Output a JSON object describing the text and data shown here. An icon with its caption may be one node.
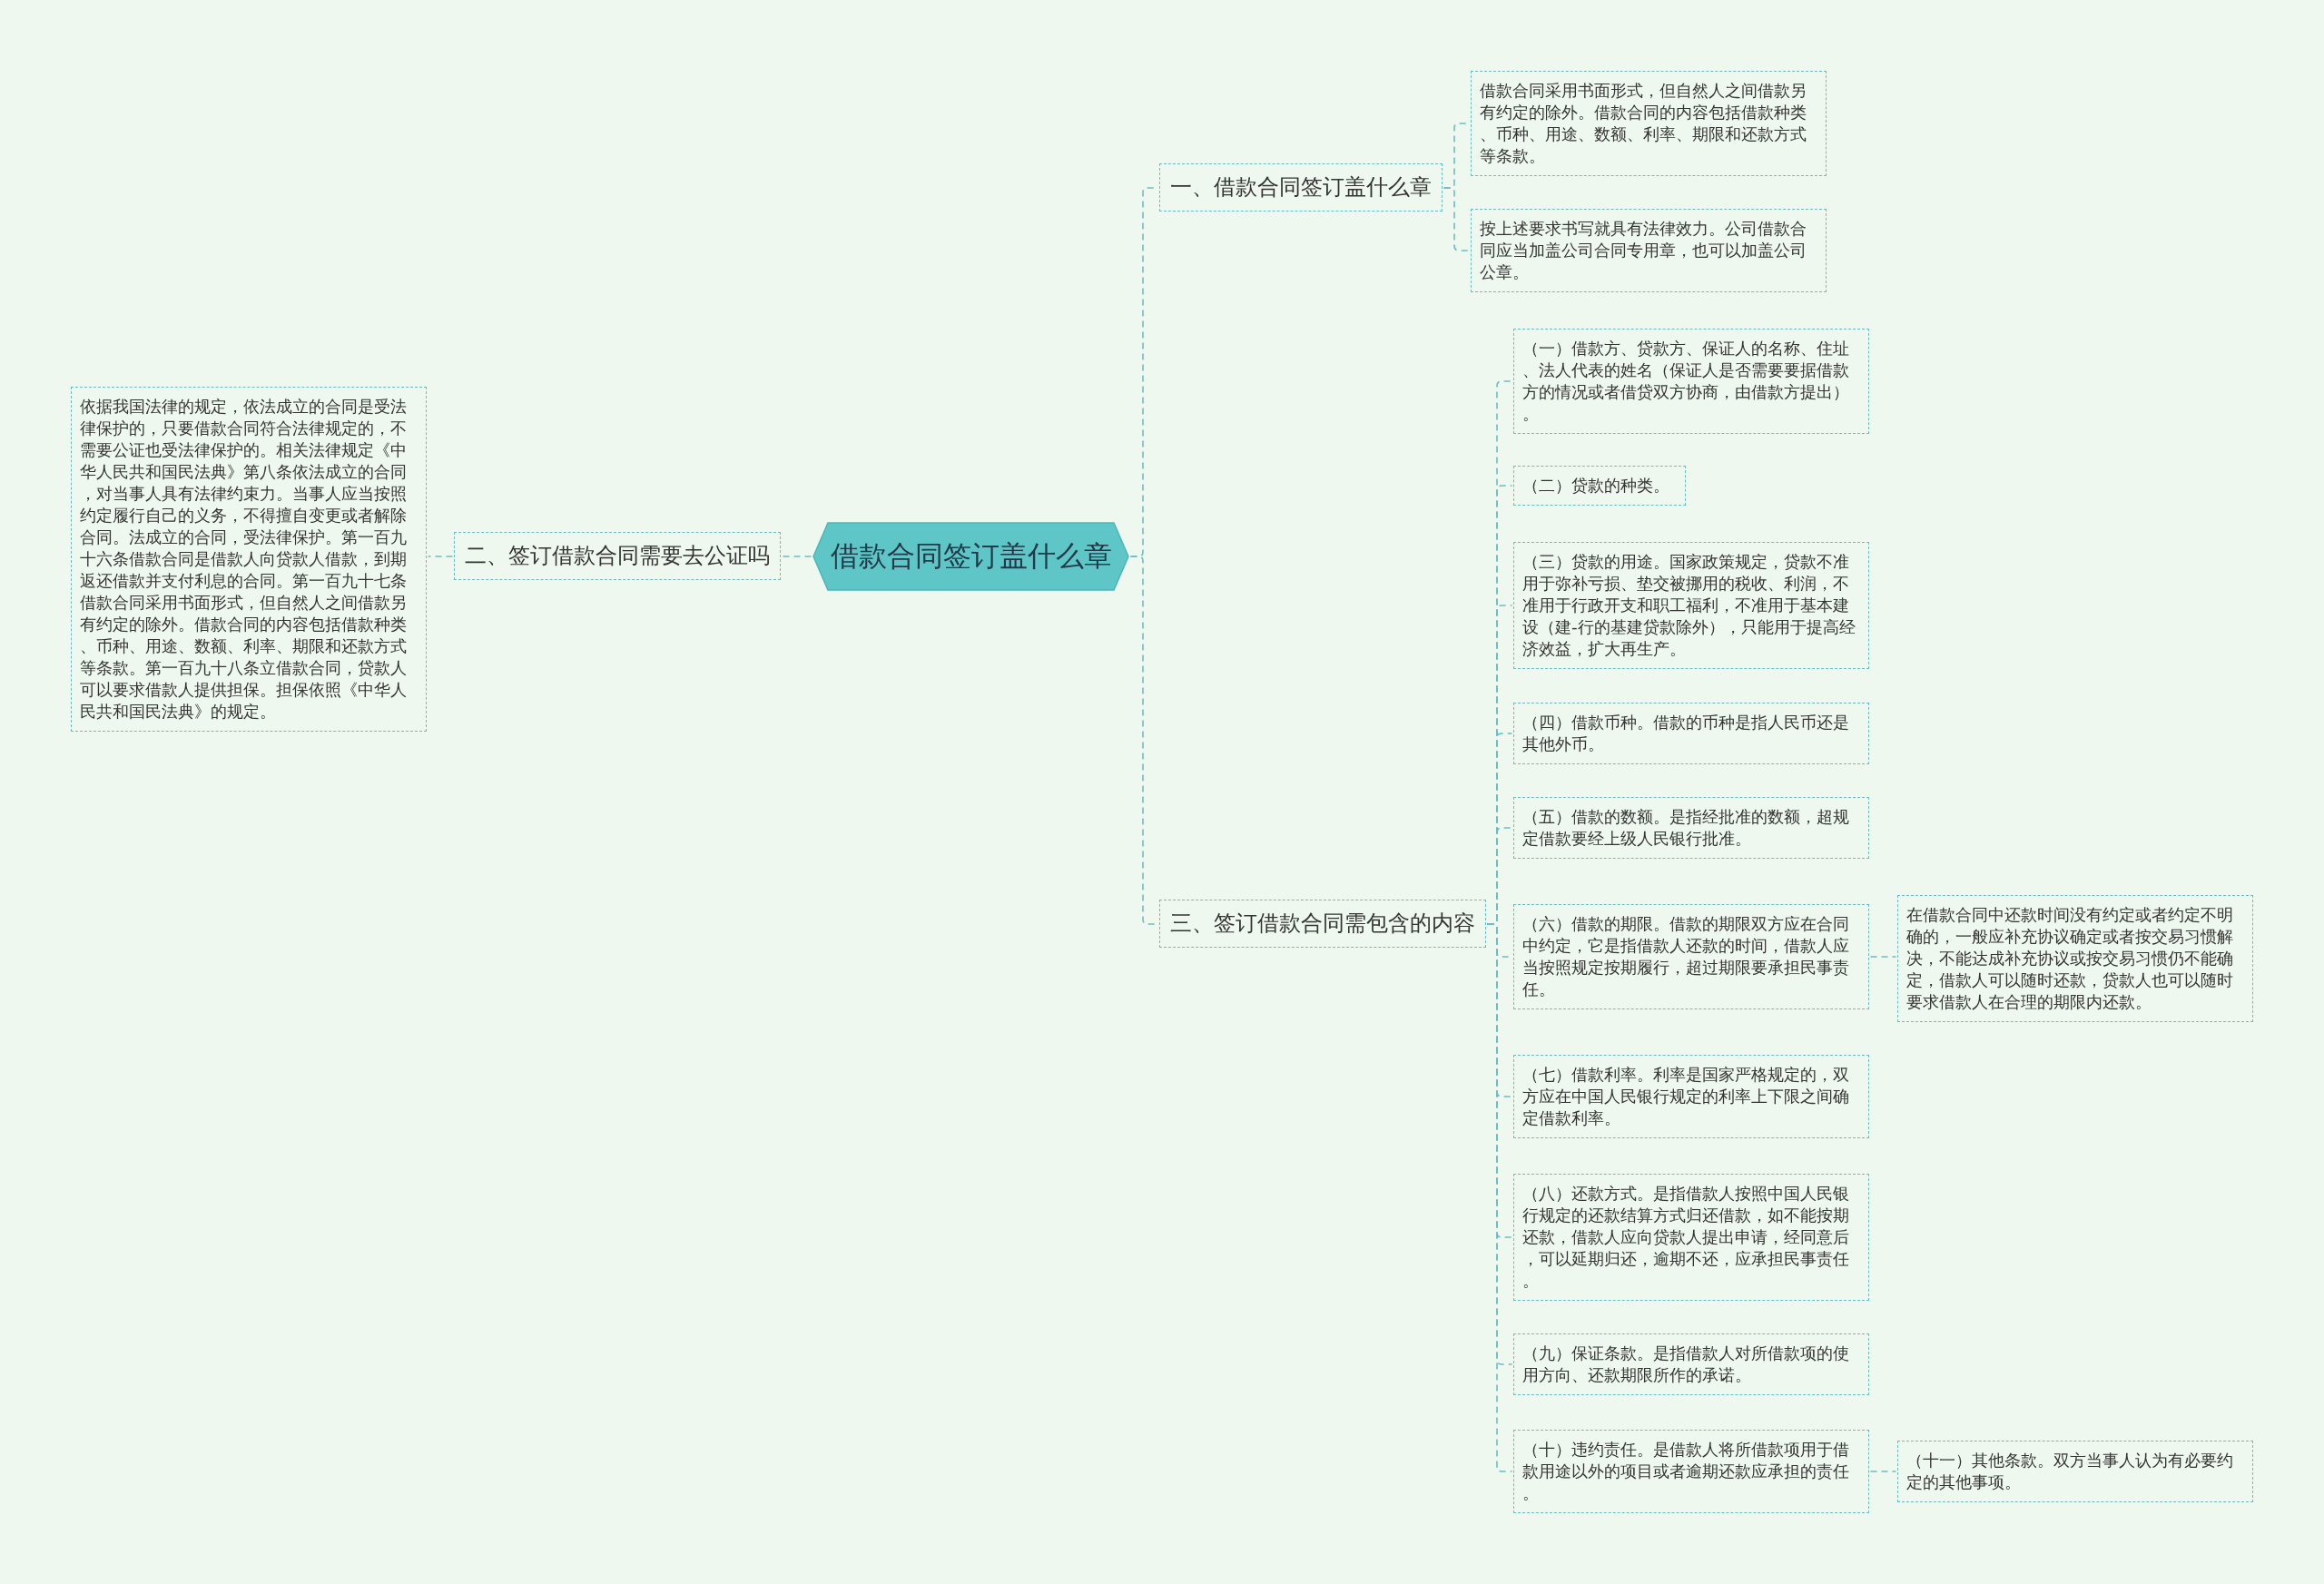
{
  "diagram": {
    "nodes": [
      {
        "text": [
          "借款合同签订盖什么章"
        ]
      },
      {
        "text": [
          "一、借款合同签订盖什么章"
        ]
      },
      {
        "text": [
          "借款合同采用书面形式，但自然人之间借款另有约定的除外。借款合同的内容包括借款种类、币种、用途、数额、利率、期限和还款方式等条款。"
        ]
      },
      {
        "text": [
          "按上述要求书写就具有法律效力。公司借款合同应当加盖公司合同专用章，也可以加盖公司公章。"
        ]
      },
      {
        "text": [
          "二、签订借款合同需要去公证吗"
        ]
      },
      {
        "text": [
          "依据我国法律的规定，依法成立的合同是受法律保护的，只要借款合同符合法律规定的，不需要公证也受法律保护的。相关法律规定《中华人民共和国民法典》第八条依法成立的合同，对当事人具有法律约束力。当事人应当按照约定履行自己的义务，不得擅自变更或者解除合同。法成立的合同，受法律保护。第一百九十六条借款合同是借款人向贷款人借款，到期返还借款并支付利息的合同。第一百九十七条借款合同采用书面形式，但自然人之间借款另有约定的除外。借款合同的内容包括借款种类、币种、用途、数额、利率、期限和还款方式等条款。第一百九十八条立借款合同，贷款人可以要求借款人提供担保。担保依照《中华人民共和国民法典》的规定。"
        ]
      },
      {
        "text": [
          "三、签订借款合同需包含的内容"
        ]
      },
      {
        "text": [
          "（一）借款方、贷款方、保证人的名称、住址、法人代表的姓名（保证人是否需要要据借款方的情况或者借贷双方协商，由借款方提出）。"
        ]
      },
      {
        "text": [
          "（二）贷款的种类。"
        ]
      },
      {
        "text": [
          "（三）贷款的用途。国家政策规定，贷款不准用于弥补亏损、垫交被挪用的税收、利润，不准用于行政开支和职工福利，不准用于基本建设（建-行的基建贷款除外），只能用于提高经济效益，扩大再生产。"
        ]
      },
      {
        "text": [
          "（四）借款币种。借款的币种是指人民币还是其他外币。"
        ]
      },
      {
        "text": [
          "（五）借款的数额。是指经批准的数额，超规定借款要经上级人民银行批准。"
        ]
      },
      {
        "text": [
          "（六）借款的期限。借款的期限双方应在合同中约定，它是指借款人还款的时间，借款人应当按照规定按期履行，超过期限要承担民事责任。"
        ]
      },
      {
        "text": [
          "在借款合同中还款时间没有约定或者约定不明确的，一般应补充协议确定或者按交易习惯解决，不能达成补充协议或按交易习惯仍不能确定，借款人可以随时还款，贷款人也可以随时要求借款人在合理的期限内还款。"
        ]
      },
      {
        "text": [
          "（七）借款利率。利率是国家严格规定的，双方应在中国人民银行规定的利率上下限之间确定借款利率。"
        ]
      },
      {
        "text": [
          "（八）还款方式。是指借款人按照中国人民银行规定的还款结算方式归还借款，如不能按期还款，借款人应向贷款人提出申请，经同意后，可以延期归还，逾期不还，应承担民事责任。"
        ]
      },
      {
        "text": [
          "（九）保证条款。是指借款人对所借款项的使用方向、还款期限所作的承诺。"
        ]
      },
      {
        "text": [
          "（十）违约责任。是借款人将所借款项用于借款用途以外的项目或者逾期还款应承担的责任。"
        ]
      },
      {
        "text": [
          "（十一）其他条款。双方当事人认为有必要约定的其他事项。"
        ]
      }
    ],
    "edges": [
      {
        "from": 0,
        "to": 1,
        "arrow": "none"
      },
      {
        "from": 1,
        "to": 2,
        "arrow": "none"
      },
      {
        "from": 1,
        "to": 3,
        "arrow": "none"
      },
      {
        "from": 0,
        "to": 4,
        "arrow": "none"
      },
      {
        "from": 4,
        "to": 5,
        "arrow": "none"
      },
      {
        "from": 0,
        "to": 6,
        "arrow": "none"
      },
      {
        "from": 6,
        "to": 7,
        "arrow": "none"
      },
      {
        "from": 6,
        "to": 8,
        "arrow": "none"
      },
      {
        "from": 6,
        "to": 9,
        "arrow": "none"
      },
      {
        "from": 6,
        "to": 10,
        "arrow": "none"
      },
      {
        "from": 6,
        "to": 11,
        "arrow": "none"
      },
      {
        "from": 6,
        "to": 12,
        "arrow": "none"
      },
      {
        "from": 6,
        "to": 14,
        "arrow": "none"
      },
      {
        "from": 6,
        "to": 15,
        "arrow": "none"
      },
      {
        "from": 6,
        "to": 16,
        "arrow": "none"
      },
      {
        "from": 6,
        "to": 17,
        "arrow": "none"
      },
      {
        "from": 12,
        "to": 13,
        "arrow": "none"
      },
      {
        "from": 17,
        "to": 18,
        "arrow": "none"
      }
    ]
  }
}
